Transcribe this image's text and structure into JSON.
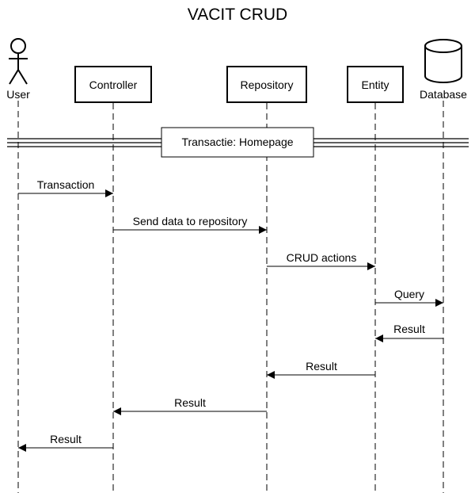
{
  "title": "VACIT CRUD",
  "participants": {
    "user": "User",
    "controller": "Controller",
    "repository": "Repository",
    "entity": "Entity",
    "database": "Database"
  },
  "divider": {
    "label": "Transactie: Homepage"
  },
  "messages": [
    {
      "from": "user",
      "to": "controller",
      "label": "Transaction"
    },
    {
      "from": "controller",
      "to": "repository",
      "label": "Send data to repository"
    },
    {
      "from": "repository",
      "to": "entity",
      "label": "CRUD actions"
    },
    {
      "from": "entity",
      "to": "database",
      "label": "Query"
    },
    {
      "from": "database",
      "to": "entity",
      "label": "Result"
    },
    {
      "from": "entity",
      "to": "repository",
      "label": "Result"
    },
    {
      "from": "repository",
      "to": "controller",
      "label": "Result"
    },
    {
      "from": "controller",
      "to": "user",
      "label": "Result"
    }
  ]
}
